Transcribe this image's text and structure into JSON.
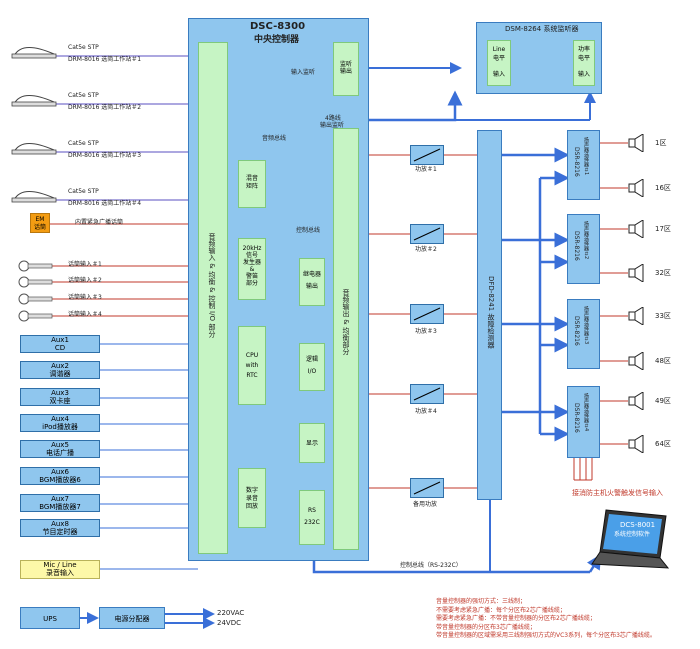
{
  "title": {
    "model": "DSC-8300",
    "name": "中央控制器"
  },
  "monitor": {
    "title": "DSM-8264 系统监听器",
    "left": [
      "Line",
      "电平",
      "输入"
    ],
    "right": [
      "功率",
      "电平",
      "输入"
    ]
  },
  "stations": [
    {
      "cable": "Cat5e STP",
      "label": "DRM-8016 选简工作站＃1"
    },
    {
      "cable": "Cat5e STP",
      "label": "DRM-8016 选简工作站＃2"
    },
    {
      "cable": "Cat5e STP",
      "label": "DRM-8016 选简工作站＃3"
    },
    {
      "cable": "Cat5e STP",
      "label": "DRM-8016 选简工作站＃4"
    }
  ],
  "em": {
    "label": "EM",
    "sub": "话筒",
    "line": "内置紧急广播话筒"
  },
  "mics": [
    "话筒输入＃1",
    "话筒输入＃2",
    "话筒输入＃3",
    "话筒输入＃4"
  ],
  "aux": [
    {
      "name": "Aux1",
      "sub": "CD"
    },
    {
      "name": "Aux2",
      "sub": "调谐器"
    },
    {
      "name": "Aux3",
      "sub": "双卡座"
    },
    {
      "name": "Aux4",
      "sub": "iPod播放器"
    },
    {
      "name": "Aux5",
      "sub": "电话广播"
    },
    {
      "name": "Aux6",
      "sub": "BGM播放器6"
    },
    {
      "name": "Aux7",
      "sub": "BGM播放器7"
    },
    {
      "name": "Aux8",
      "sub": "节目定时器"
    }
  ],
  "micline": {
    "l1": "Mic / Line",
    "l2": "录音输入"
  },
  "ups": "UPS",
  "power": {
    "dist": "电源分配器",
    "ac": "220VAC",
    "dc": "24VDC"
  },
  "controller": {
    "input_col": "音频输入 & 均衡 & 控制 I/O 部分",
    "output_col": "音频输出 & 均衡部分",
    "mix": [
      "混音",
      "矩阵"
    ],
    "gen": [
      "20kHz",
      "信号",
      "发生器",
      "&",
      "警笛",
      "部分"
    ],
    "cpu": [
      "CPU",
      "with",
      "RTC"
    ],
    "rec": [
      "数字",
      "录音",
      "回放"
    ],
    "relay": [
      "继电器",
      "输出"
    ],
    "logic": [
      "逻辑",
      "I/O"
    ],
    "display": [
      "显示"
    ],
    "rs": [
      "RS",
      "232C"
    ],
    "mon_out": [
      "监听",
      "输出"
    ],
    "mon_in_label": "输入监听",
    "out_mon_label": [
      "4路线",
      "输出监听"
    ],
    "audio_bus": "音频总线",
    "control_bus": "控制总线"
  },
  "amps": [
    "功放＃1",
    "功放＃2",
    "功放＃3",
    "功放＃4",
    "备用功放"
  ],
  "dfd": "DFD-8241 故障检测器",
  "dsr": [
    {
      "model": "DSR-8216",
      "sub": "扬声器选择器＃1"
    },
    {
      "model": "DSR-8216",
      "sub": "扬声器选择器＃2"
    },
    {
      "model": "DSR-8216",
      "sub": "扬声器选择器＃3"
    },
    {
      "model": "DSR-8216",
      "sub": "扬声器选择器＃4"
    }
  ],
  "zones": [
    "1区",
    "16区",
    "17区",
    "32区",
    "33区",
    "48区",
    "49区",
    "64区"
  ],
  "fire": "接消防主机火警触发信号输入",
  "laptop": {
    "l1": "DCS-8001",
    "l2": "系统控制软件"
  },
  "rs_line": "控制总线（RS-232C）",
  "notes": [
    "音量控制器的强切方式：三线制；",
    "不需要考虑紧急广播：每个分区布2芯广播线缆；",
    "需要考虑紧急广播：不带音量控制器的分区布2芯广播线缆；",
    "带音量控制器的分区布3芯广播线缆；",
    "带音量控制器的区域需采用三线制强切方式的VC3系列，每个分区布3芯广播线缆。"
  ]
}
